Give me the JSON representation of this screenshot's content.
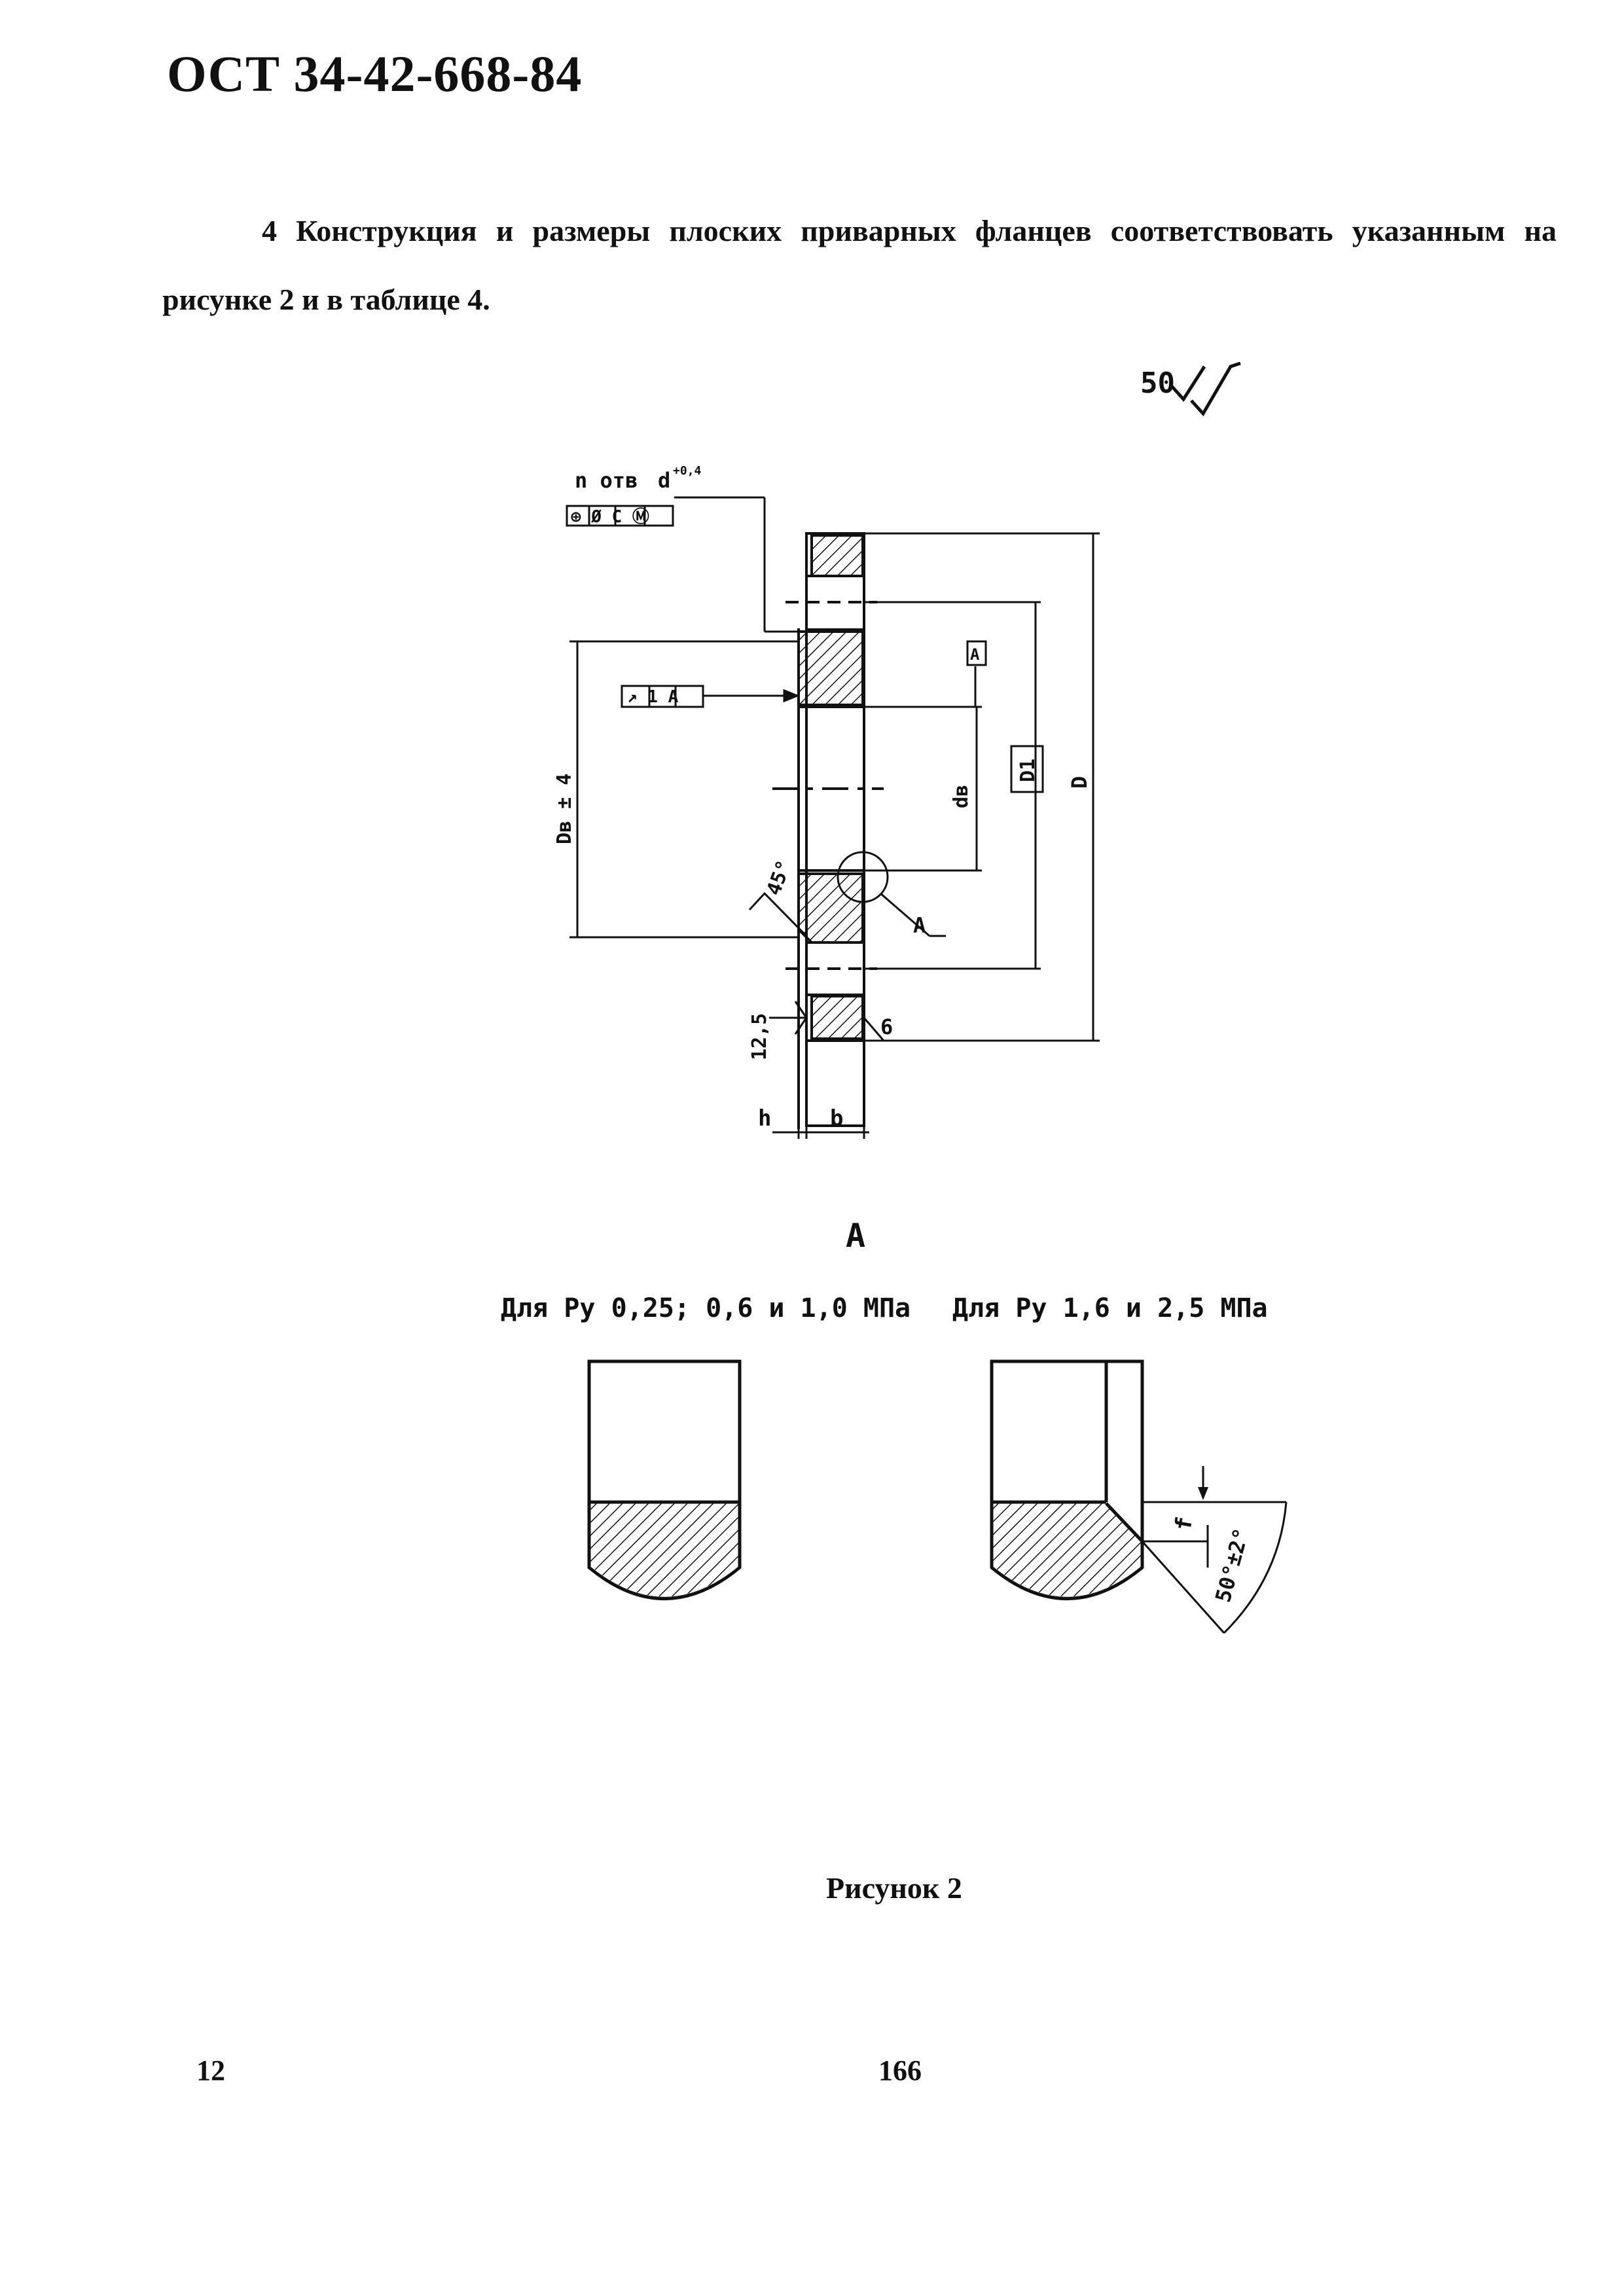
{
  "header": {
    "doc_code": "ОСТ 34-42-668-84"
  },
  "body": {
    "paragraph": "4 Конструкция и размеры плоских приварных фланцев соответствовать указанным на рисунке 2 и в таблице 4."
  },
  "figure": {
    "roughness_mark": "50",
    "holes_label": "n отв",
    "hole_dia": "d",
    "hole_tol": "+0,4",
    "tolerance_frame_1": "⊕ Ø C Ⓜ",
    "tolerance_frame_2": "↗ 1 A",
    "datum_a": "A",
    "dim_dh": "Dв ± 4",
    "dim_dv": "dв",
    "dim_d1": "D1",
    "dim_d": "D",
    "angle_45": "45°",
    "view_label_a": "A",
    "weld_125": "12,5",
    "weld_6": "6",
    "dim_h": "h",
    "dim_b": "b",
    "view_a_title": "A",
    "detail_left_caption": "Для Ру 0,25; 0,6 и 1,0 МПа",
    "detail_right_caption": "Для Ру 1,6 и 2,5 МПа",
    "dim_f": "f",
    "angle_50": "50°±2°"
  },
  "caption": "Рисунок 2",
  "footer": {
    "page_left": "12",
    "page_center": "166"
  }
}
